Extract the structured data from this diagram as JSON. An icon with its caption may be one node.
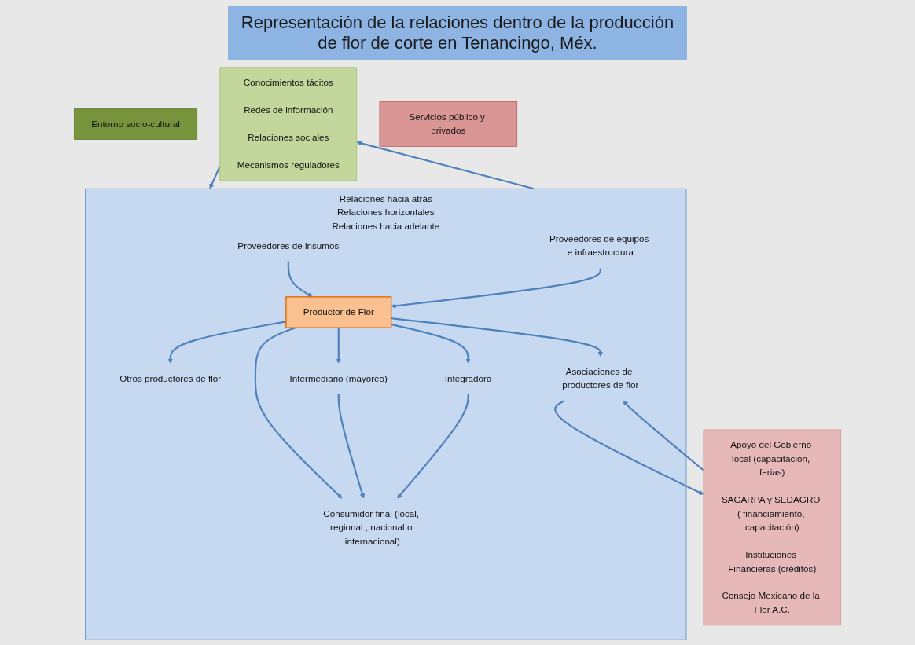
{
  "diagram": {
    "title": "Representación de la relaciones dentro de la producción de flor de corte en Tenancingo, Méx.",
    "nodes": [
      {
        "text": [
          "Entorno socio-cultural"
        ]
      },
      {
        "text": [
          "Conocimientos tácitos",
          "Redes de información",
          "Relaciones sociales",
          "Mecanismos reguladores"
        ]
      },
      {
        "text": [
          "Servicios público y privados"
        ]
      },
      {
        "text": [
          "Apoyo del Gobierno local (capacitación, ferias)",
          "SAGARPA y SEDAGRO ( financiamiento, capacitación)",
          "Instituciones Financieras (créditos)",
          "Consejo Mexicano de la Flor A.C."
        ]
      },
      {
        "text": [
          "Relaciones hacia atrás",
          "Relaciones horizontales",
          "Relaciones hacia adelante"
        ]
      },
      {
        "text": [
          "Proveedores de insumos"
        ],
        "in": 4
      },
      {
        "text": [
          "Proveedores de equipos e infraestructura"
        ],
        "in": 4
      },
      {
        "text": [
          "Productor de Flor"
        ],
        "in": 4
      },
      {
        "text": [
          "Otros productores de flor"
        ],
        "in": 4
      },
      {
        "text": [
          "Asociaciones de productores de flor"
        ],
        "in": 4
      },
      {
        "text": [
          "Intermediario (mayoreo)"
        ],
        "in": 4
      },
      {
        "text": [
          "Integradora"
        ],
        "in": 4
      },
      {
        "text": [
          "Consumidor final (local, regional , nacional o internacional)"
        ],
        "in": 4
      }
    ],
    "edges": [
      {
        "from": 5,
        "to": 7,
        "arrow": "to"
      },
      {
        "from": 6,
        "to": 7,
        "arrow": "to"
      },
      {
        "from": 7,
        "to": 8,
        "arrow": "to"
      },
      {
        "from": 7,
        "to": 9,
        "arrow": "to"
      },
      {
        "from": 7,
        "to": 10,
        "arrow": "to"
      },
      {
        "from": 7,
        "to": 12,
        "arrow": "to"
      },
      {
        "from": 7,
        "to": 11,
        "arrow": "to"
      },
      {
        "from": 10,
        "to": 12,
        "arrow": "to"
      },
      {
        "from": 11,
        "to": 12,
        "arrow": "to"
      },
      {
        "from": 1,
        "to": 4,
        "arrow": "to"
      },
      {
        "from": 4,
        "to": 1,
        "arrow": "to"
      },
      {
        "from": 9,
        "to": 3,
        "arrow": "to"
      },
      {
        "from": 3,
        "to": 9,
        "arrow": "to"
      }
    ]
  }
}
